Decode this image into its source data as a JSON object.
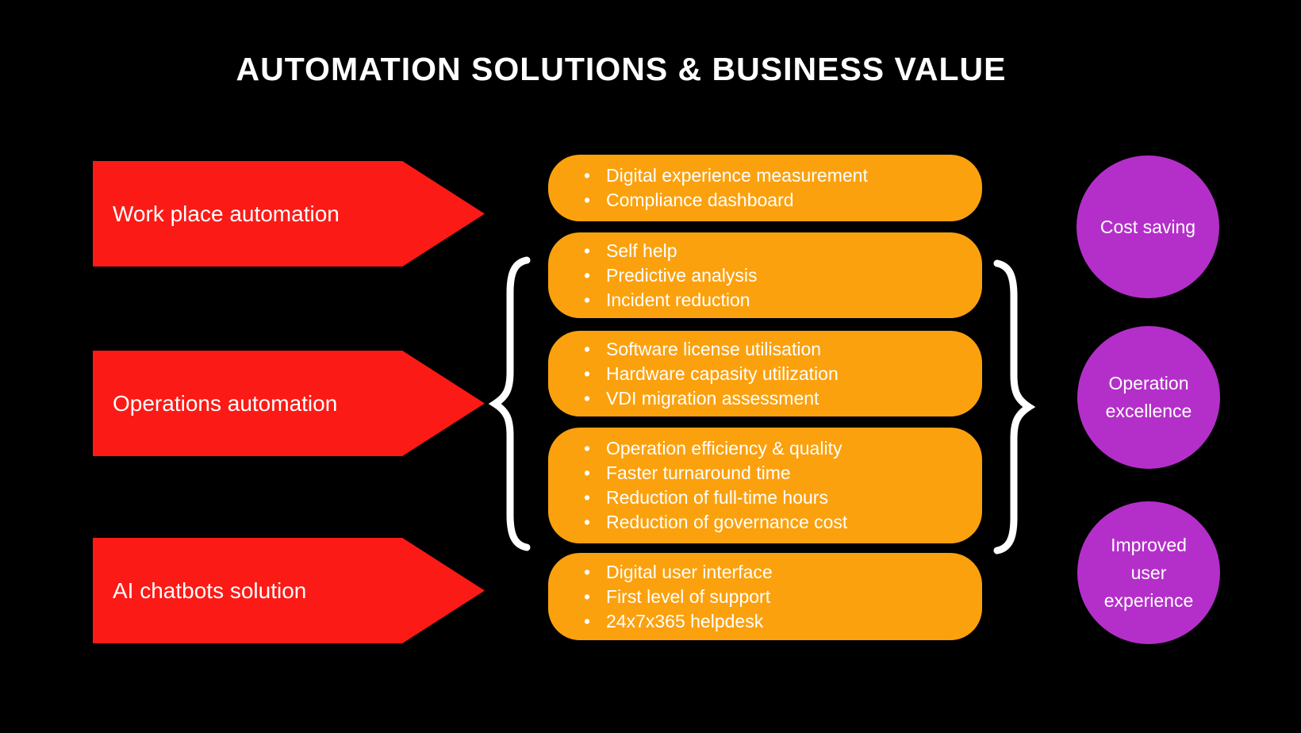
{
  "title": "AUTOMATION SOLUTIONS & BUSINESS VALUE",
  "colors": {
    "background": "#000000",
    "arrow": "#FB1A15",
    "box": "#FBA10E",
    "circle": "#B42FC9",
    "text": "#FFFFFF"
  },
  "solutions": [
    {
      "label": "Work place automation"
    },
    {
      "label": "Operations automation"
    },
    {
      "label": "AI chatbots solution"
    }
  ],
  "feature_boxes": [
    {
      "items": [
        "Digital experience measurement",
        "Compliance dashboard"
      ]
    },
    {
      "items": [
        "Self help",
        "Predictive analysis",
        "Incident reduction"
      ]
    },
    {
      "items": [
        "Software license utilisation",
        "Hardware capasity utilization",
        "VDI migration assessment"
      ]
    },
    {
      "items": [
        "Operation efficiency & quality",
        "Faster turnaround time",
        "Reduction of full-time hours",
        "Reduction of governance cost"
      ]
    },
    {
      "items": [
        "Digital user interface",
        "First level of support",
        "24x7x365 helpdesk"
      ]
    }
  ],
  "business_values": [
    {
      "label": "Cost saving"
    },
    {
      "label": "Operation excellence"
    },
    {
      "label": "Improved user experience"
    }
  ]
}
